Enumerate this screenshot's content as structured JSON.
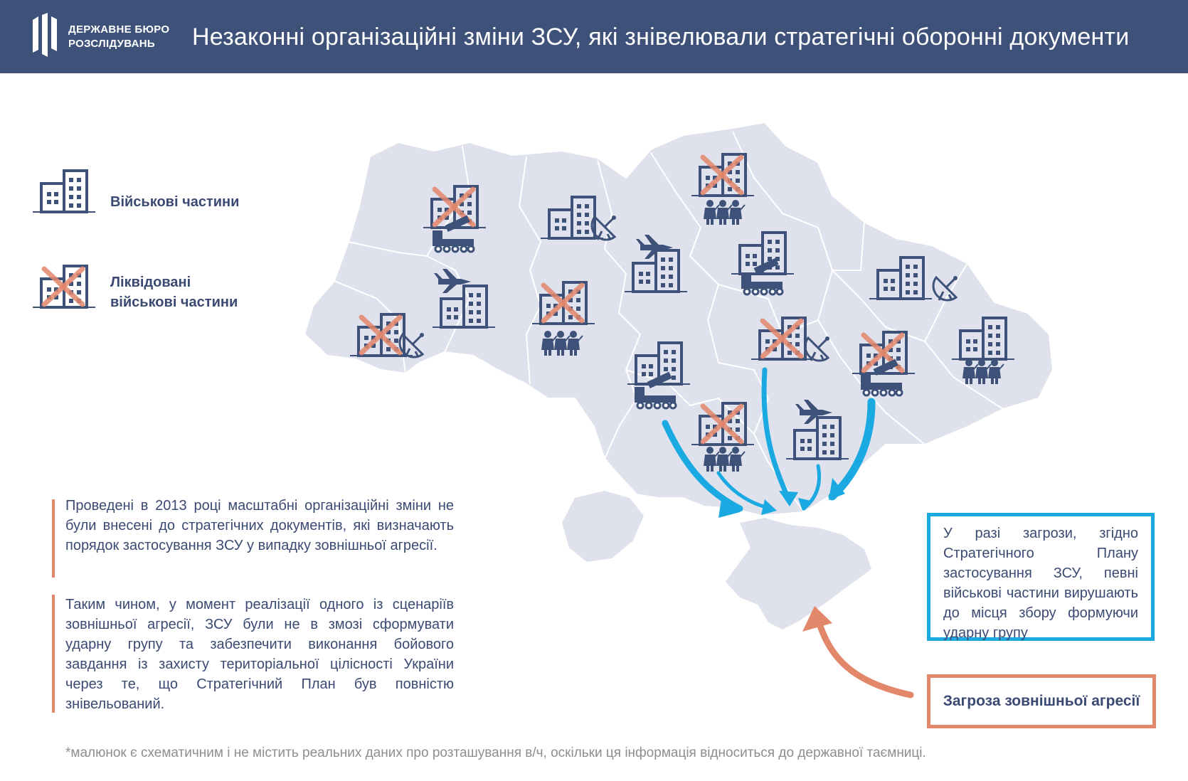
{
  "header": {
    "org_line1": "ДЕРЖАВНЕ БЮРО",
    "org_line2": "РОЗСЛІДУВАНЬ",
    "title": "Незаконні організаційні зміни ЗСУ, які знівелювали стратегічні оборонні документи"
  },
  "legend": {
    "active_label": "Військові  частини",
    "liquidated_label_1": "Ліквідовані",
    "liquidated_label_2": "військові частини"
  },
  "notes": {
    "paragraph1": "Проведені в 2013 році масштабні організаційні зміни не були внесені до стратегічних документів, які визначають порядок застосування ЗСУ у випадку зовнішньої агресії.",
    "paragraph2": "Таким чином, у момент реалізації одного із сценаріїв зовнішньої агресії, ЗСУ були не в змозі сформувати ударну групу та забезпечити виконання бойового завдання із захисту територіальної цілісності України через те, що Стратегічний План був повністю знівельований."
  },
  "info_box": {
    "text": "У разі загрози, згідно Стратегічного Плану застосування ЗСУ, певні військові частини вирушають до місця збору формуючи ударну групу"
  },
  "threat_box": {
    "label": "Загроза зовнішньої агресії"
  },
  "footnote": "*малюнок є схематичним і не містить реальних даних про розташування в/ч, оскільки ця інформація відноситься до державної таємниці.",
  "colors": {
    "header_bg": "#3d5179",
    "map_fill": "#dfe2ec",
    "icon": "#3d5179",
    "cross": "#e3876b",
    "arrow_blue": "#1aa9e0",
    "arrow_orange": "#e3876b"
  },
  "units": [
    {
      "name": "unit-1",
      "liquidated": true,
      "extra": "launcher-icon"
    },
    {
      "name": "unit-2",
      "liquidated": false,
      "extra": "radar-icon"
    },
    {
      "name": "unit-3",
      "liquidated": true,
      "extra": "soldiers-icon"
    },
    {
      "name": "unit-4",
      "liquidated": false,
      "extra": "jet-icon"
    },
    {
      "name": "unit-5",
      "liquidated": false,
      "extra": "launcher-icon"
    },
    {
      "name": "unit-6",
      "liquidated": false,
      "extra": "radar-icon"
    },
    {
      "name": "unit-7",
      "liquidated": false,
      "extra": "jet-icon"
    },
    {
      "name": "unit-8",
      "liquidated": true,
      "extra": "radar-icon"
    },
    {
      "name": "unit-9",
      "liquidated": true,
      "extra": "soldiers-icon"
    },
    {
      "name": "unit-10",
      "liquidated": true,
      "extra": "radar-icon"
    },
    {
      "name": "unit-11",
      "liquidated": false,
      "extra": "launcher-icon"
    },
    {
      "name": "unit-12",
      "liquidated": true,
      "extra": "launcher-icon"
    },
    {
      "name": "unit-13",
      "liquidated": false,
      "extra": "soldiers-icon"
    },
    {
      "name": "unit-14",
      "liquidated": true,
      "extra": "soldiers-icon"
    },
    {
      "name": "unit-15",
      "liquidated": false,
      "extra": "jet-icon"
    }
  ]
}
